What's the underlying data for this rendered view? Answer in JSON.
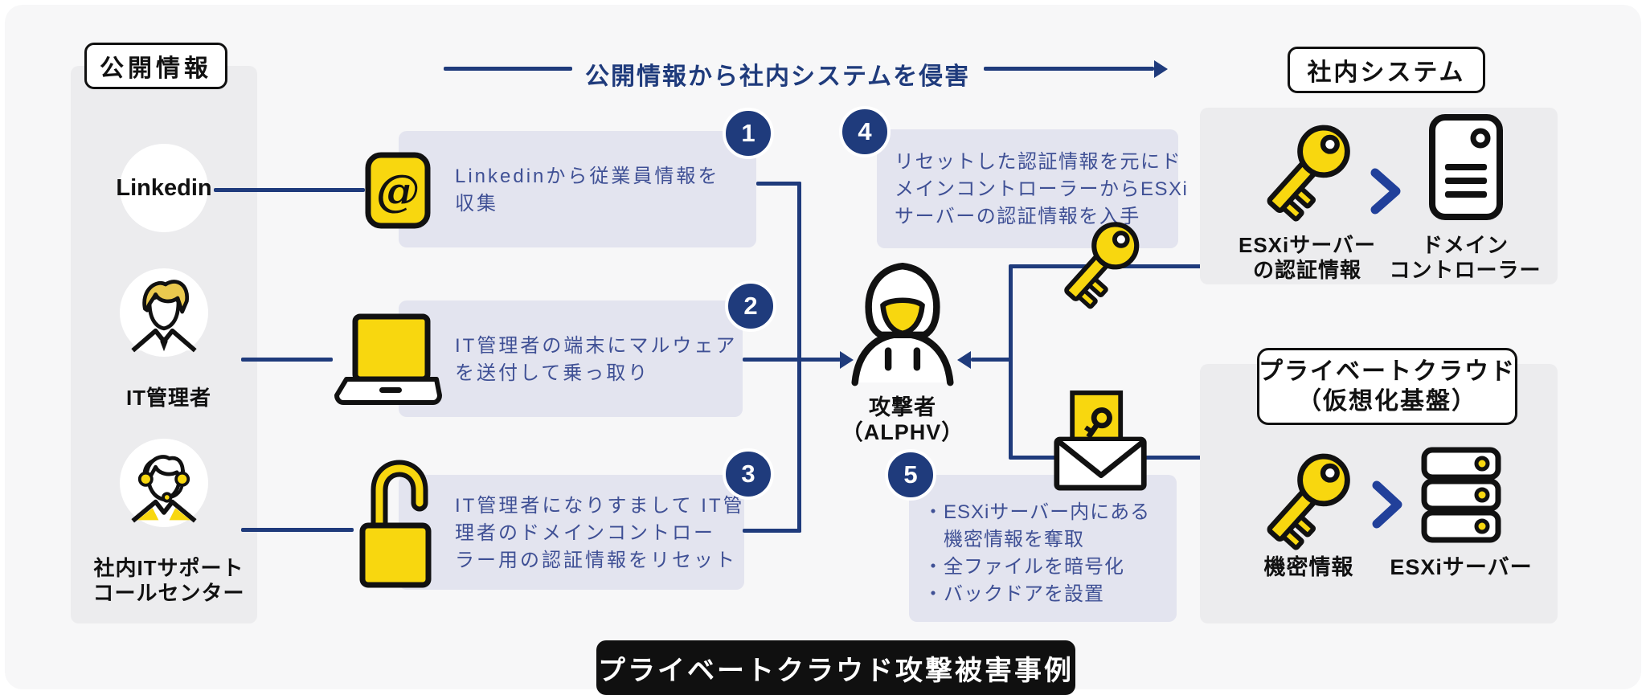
{
  "banner": {
    "text": "プライベートクラウド攻撃被害事例"
  },
  "header": {
    "flow_label": "公開情報から社内システムを侵害"
  },
  "left_panel": {
    "label": "公開情報",
    "sources": [
      {
        "name": "Linkedin"
      },
      {
        "name": "IT管理者"
      },
      {
        "name_line1": "社内ITサポート",
        "name_line2": "コールセンター"
      }
    ]
  },
  "steps": [
    {
      "number": "1",
      "lines": [
        "Linkedinから従業員情報を",
        "収集"
      ]
    },
    {
      "number": "2",
      "lines": [
        "IT管理者の端末にマルウェア",
        "を送付して乗っ取り"
      ]
    },
    {
      "number": "3",
      "lines": [
        "IT管理者になりすまして IT管",
        "理者のドメインコントロー",
        "ラー用の認証情報をリセット"
      ]
    },
    {
      "number": "4",
      "lines": [
        "リセットした認証情報を元にド",
        "メインコントローラーからESXi",
        "サーバーの認証情報を入手"
      ]
    },
    {
      "number": "5",
      "lines": [
        "・ESXiサーバー内にある",
        "　機密情報を奪取",
        "・全ファイルを暗号化",
        "・バックドアを設置"
      ]
    }
  ],
  "attacker": {
    "name": "攻撃者",
    "alias": "（ALPHV）"
  },
  "icons": {
    "at_glyph": "@",
    "at": "email-at-icon",
    "laptop": "laptop-icon",
    "padlock": "open-padlock-icon",
    "key": "key-icon",
    "envelope": "envelope-with-key-icon",
    "attacker": "hooded-attacker-icon"
  },
  "internal_system_panel": {
    "label": "社内システム",
    "items": [
      {
        "caption_line1": "ESXiサーバー",
        "caption_line2": "の認証情報"
      },
      {
        "caption_line1": "ドメイン",
        "caption_line2": "コントローラー"
      }
    ]
  },
  "private_cloud_panel": {
    "label_line1": "プライベートクラウド",
    "label_line2": "（仮想化基盤）",
    "items": [
      {
        "caption": "機密情報"
      },
      {
        "caption": "ESXiサーバー"
      }
    ]
  },
  "colors": {
    "navy": "#1f3b7c",
    "chevron": "#21409a",
    "yellow": "#f8d70f",
    "hair": "#eac94e",
    "textblue": "#3f5095",
    "panel": "#ececee",
    "lav": "#e3e4ef",
    "ink": "#111111",
    "bg": "#f7f7f8"
  }
}
